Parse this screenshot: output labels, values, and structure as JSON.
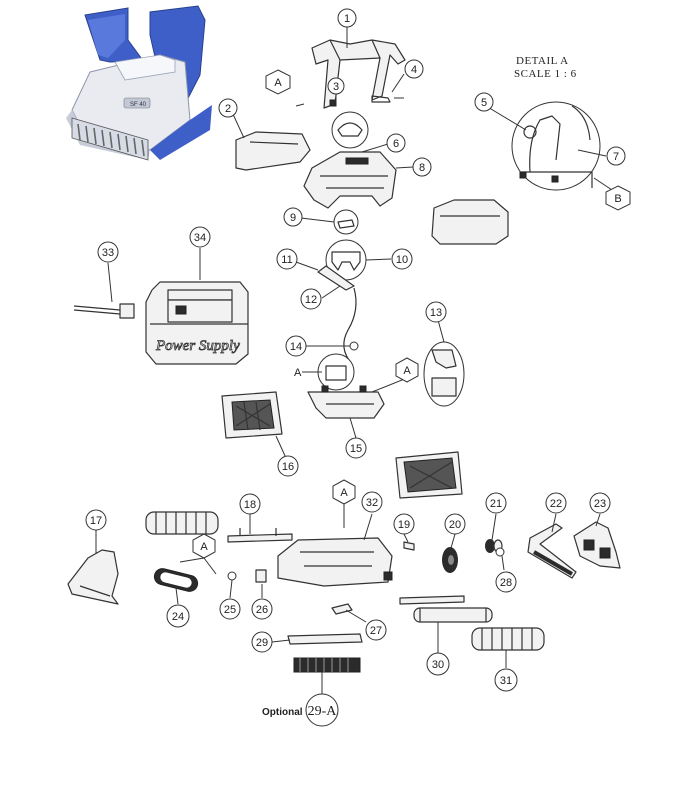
{
  "detail": {
    "title": "DETAIL A",
    "scale": "SCALE 1 : 6"
  },
  "optional_label": "Optional",
  "power_supply_label": "Power Supply",
  "product_badge": "SF 40",
  "letters": {
    "a": "A",
    "b": "B"
  },
  "callouts": [
    "1",
    "2",
    "3",
    "4",
    "5",
    "6",
    "7",
    "8",
    "9",
    "10",
    "11",
    "12",
    "13",
    "14",
    "15",
    "16",
    "17",
    "18",
    "19",
    "20",
    "21",
    "22",
    "23",
    "24",
    "25",
    "26",
    "27",
    "28",
    "29",
    "29-A",
    "30",
    "31",
    "32",
    "33",
    "34"
  ],
  "colors": {
    "robot_blue": "#3f5fc8",
    "robot_white": "#e9ebf1",
    "line": "#333333"
  }
}
